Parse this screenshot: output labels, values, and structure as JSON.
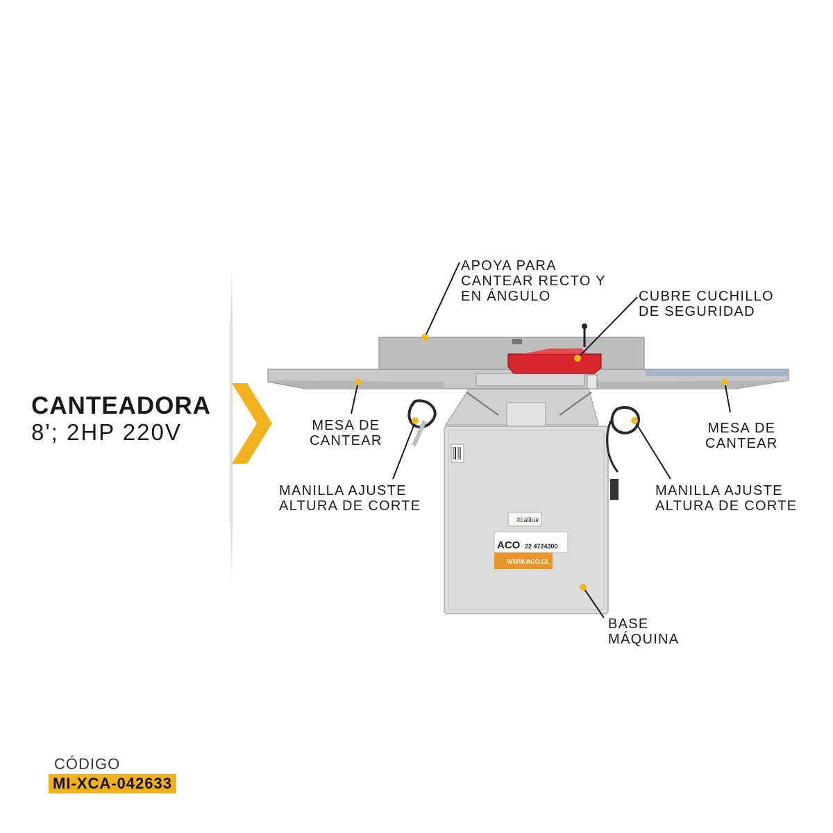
{
  "product": {
    "title": "CANTEADORA",
    "subtitle": "8'; 2HP 220V"
  },
  "callouts": {
    "fence": [
      "APOYA PARA",
      "CANTEAR RECTO Y",
      "EN ÁNGULO"
    ],
    "guard": [
      "CUBRE CUCHILLO",
      "DE SEGURIDAD"
    ],
    "table_left": [
      "MESA DE",
      "CANTEAR"
    ],
    "table_right": [
      "MESA DE",
      "CANTEAR"
    ],
    "handle_left": [
      "MANILLA AJUSTE",
      "ALTURA DE CORTE"
    ],
    "handle_right": [
      "MANILLA AJUSTE",
      "ALTURA DE CORTE"
    ],
    "base": [
      "BASE",
      "MÁQUINA"
    ]
  },
  "cabinet_stickers": {
    "brand": "Xcalibur",
    "dealer_logo": "ACO",
    "phone": "22 4724300",
    "website": "WWW.ACO.CL"
  },
  "code": {
    "label": "CÓDIGO",
    "value": "MI-XCA-042633"
  },
  "colors": {
    "accent": "#f2b21e",
    "dot": "#f5b81c",
    "machine_gray": "#c9cacb",
    "guard_red": "#d8252b",
    "text": "#1a1a1a"
  },
  "icons": {
    "arrow": "chevron-right-icon",
    "marker": "callout-dot-icon"
  }
}
